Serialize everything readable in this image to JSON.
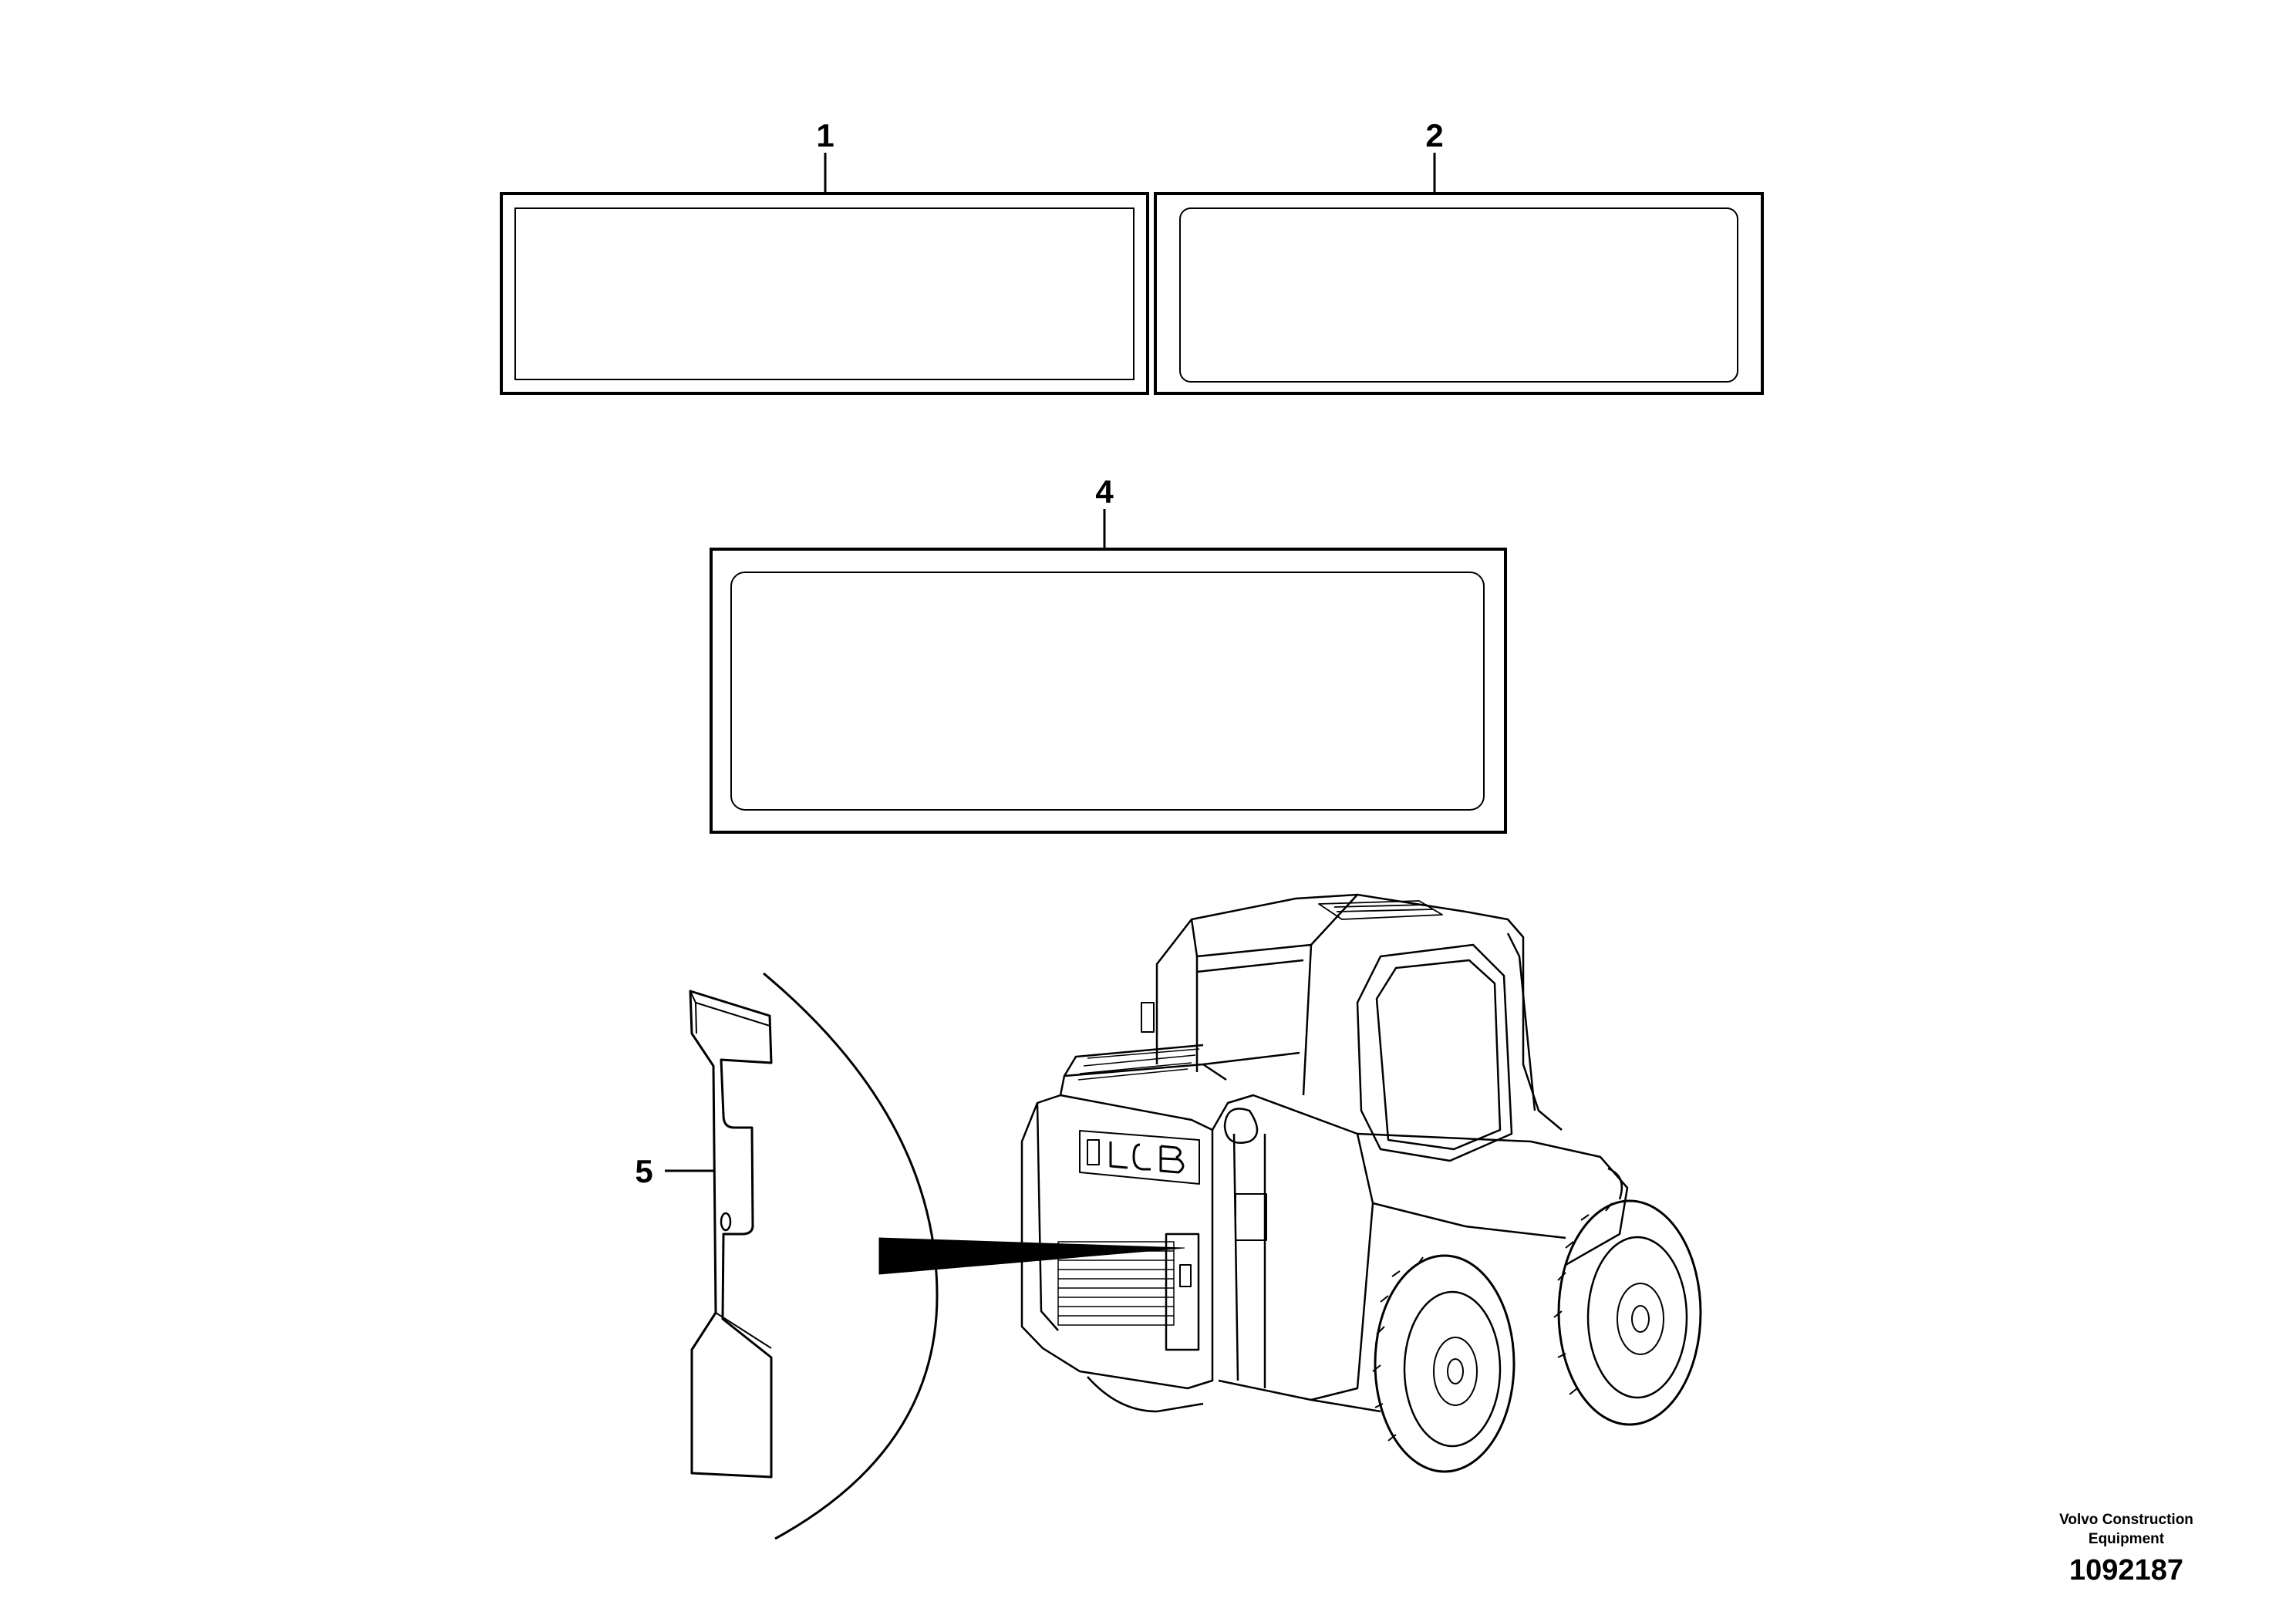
{
  "callouts": {
    "c1": "1",
    "c2": "2",
    "c4": "4",
    "c5": "5"
  },
  "credit": {
    "maker_line1": "Volvo Construction",
    "maker_line2": "Equipment",
    "drawing_number": "1092187"
  },
  "colors": {
    "line": "#000000",
    "background": "#ffffff"
  }
}
